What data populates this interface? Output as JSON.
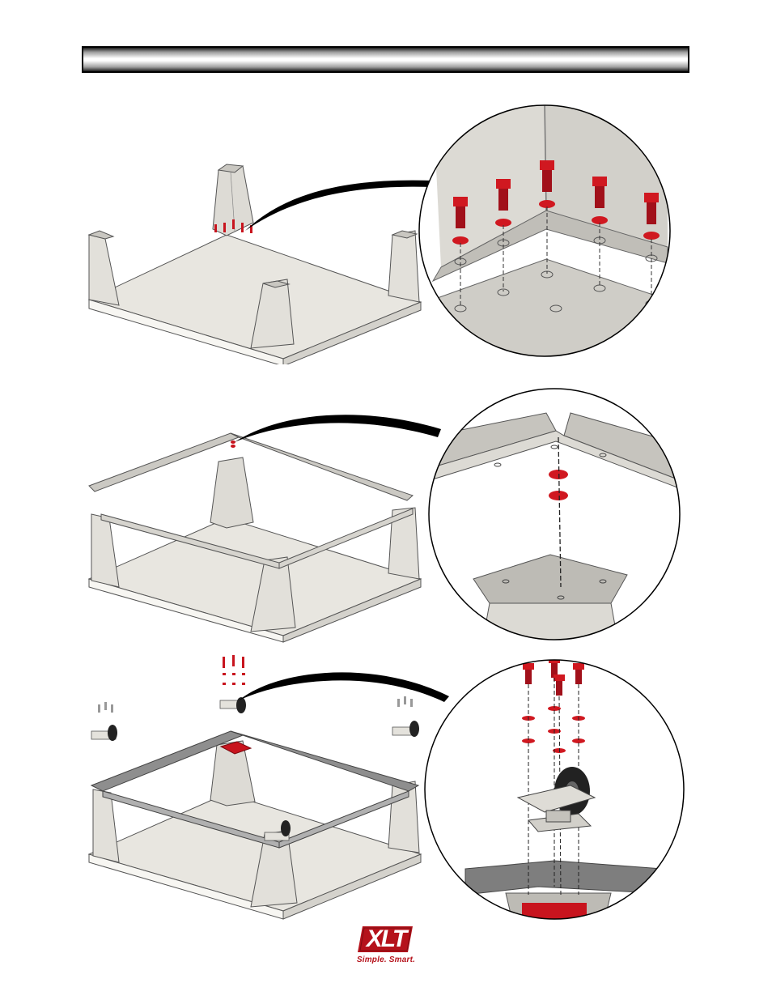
{
  "header": {
    "title": ""
  },
  "steps": [
    {
      "id": "step-1-attach-legs"
    },
    {
      "id": "step-2-attach-rails"
    },
    {
      "id": "step-3-attach-casters"
    }
  ],
  "colors": {
    "hardware_red": "#c8141e",
    "panel_gray": "#e6e4df",
    "outline": "#4a4a4a",
    "rail_gray": "#b4b4b4",
    "brand_red": "#b5121b"
  },
  "icons": [
    "bolt-icon",
    "washer-icon",
    "caster-wheel-icon",
    "callout-arrow-icon"
  ],
  "footer": {
    "logo_text": "XLT",
    "tagline": "Simple. Smart."
  }
}
